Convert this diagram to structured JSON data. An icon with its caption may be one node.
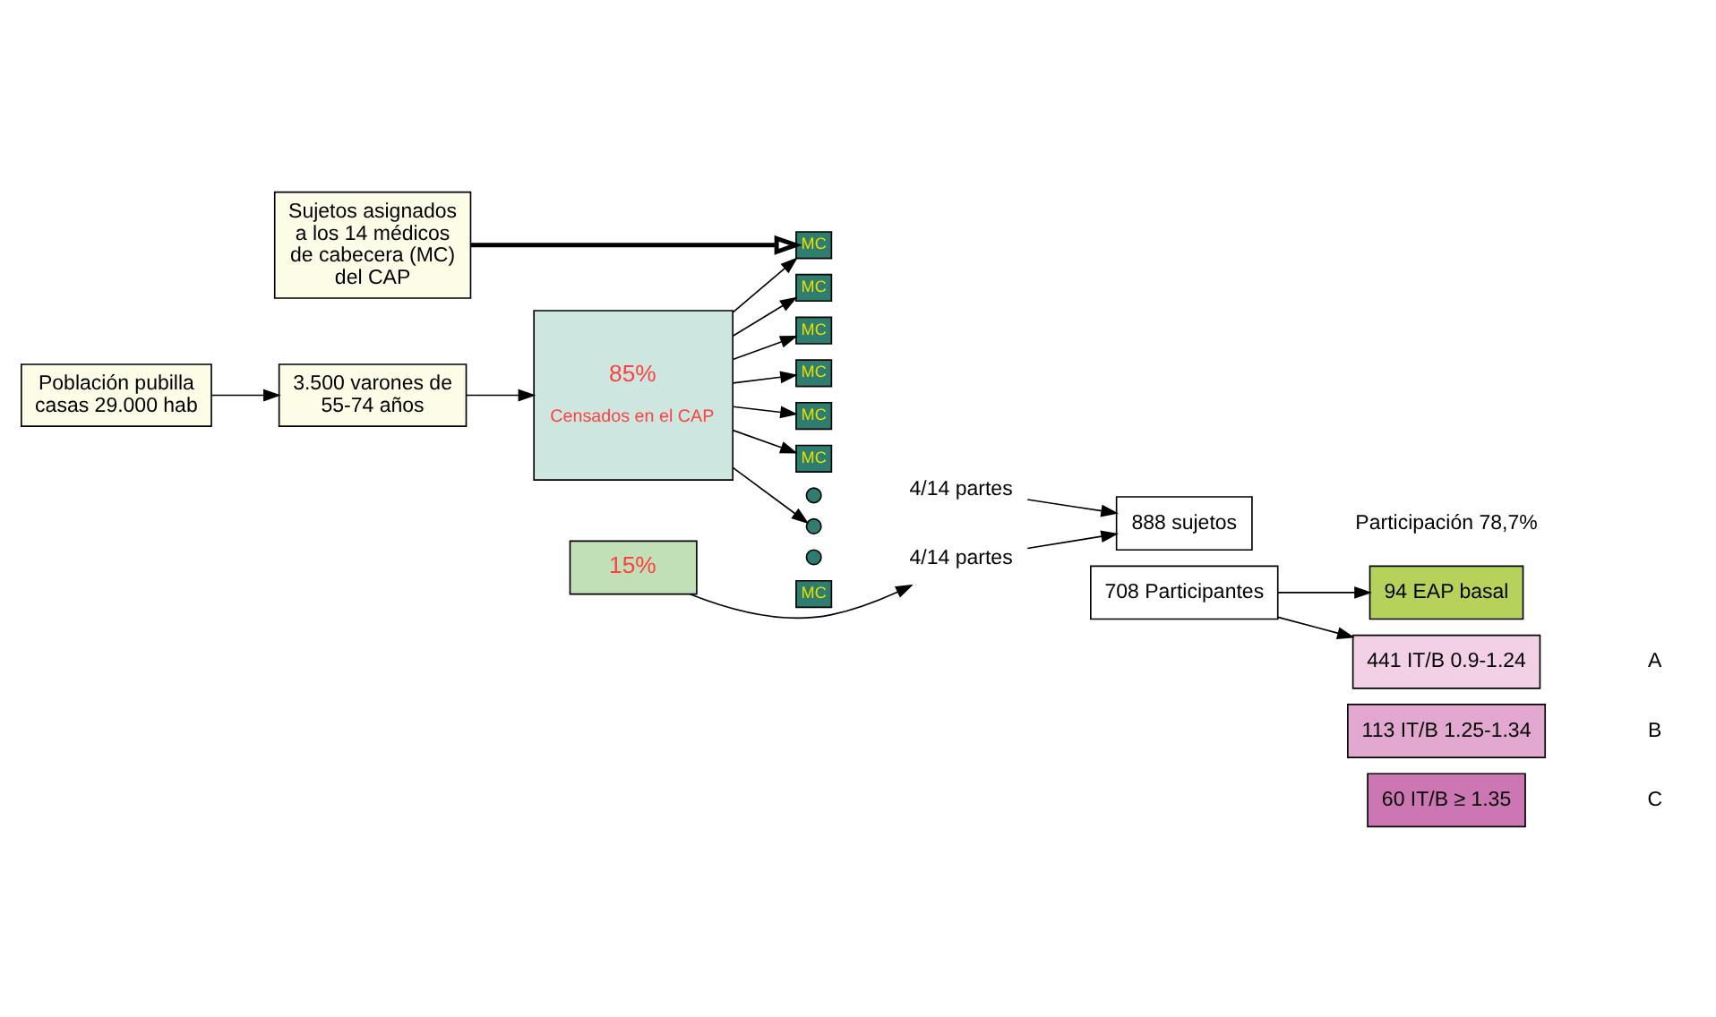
{
  "diagram": {
    "nodes": [
      {
        "text": [
          "Población pubilla casas 29.000 hab"
        ]
      },
      {
        "text": [
          "3.500 varones de 55-74 años"
        ]
      },
      {
        "text": [
          "85%",
          "Censados en el CAP"
        ]
      },
      {
        "text": [
          "15%"
        ]
      },
      {
        "text": [
          "Sujetos asignados a los 14 médicos de cabecera (MC) del CAP"
        ]
      },
      {
        "text": [
          "MC"
        ]
      },
      {
        "text": [
          "MC"
        ]
      },
      {
        "text": [
          "MC"
        ]
      },
      {
        "text": [
          "MC"
        ]
      },
      {
        "text": [
          "MC"
        ]
      },
      {
        "text": [
          "MC"
        ]
      },
      {
        "text": [],
        "shape": "circle"
      },
      {
        "text": [],
        "shape": "circle"
      },
      {
        "text": [],
        "shape": "circle"
      },
      {
        "text": [
          "MC"
        ]
      },
      {
        "text": [
          "4/14 partes"
        ]
      },
      {
        "text": [
          "4/14 partes"
        ]
      },
      {
        "text": [
          "888 sujetos"
        ]
      },
      {
        "text": [
          "708 Participantes"
        ]
      },
      {
        "text": [
          "94 EAP basal"
        ]
      },
      {
        "text": [
          "441 IT/B 0.9-1.24"
        ]
      },
      {
        "text": [
          "113 IT/B 1.25-1.34"
        ]
      },
      {
        "text": [
          "60 IT/B ≥ 1.35"
        ]
      }
    ],
    "edges": [
      {
        "from": 0,
        "to": 1,
        "arrow": "to"
      },
      {
        "from": 1,
        "to": 2,
        "arrow": "to"
      },
      {
        "from": 4,
        "to": 5,
        "arrow": "to",
        "style": "thick"
      },
      {
        "from": 2,
        "to": 5,
        "arrow": "to"
      },
      {
        "from": 2,
        "to": 6,
        "arrow": "to"
      },
      {
        "from": 2,
        "to": 7,
        "arrow": "to"
      },
      {
        "from": 2,
        "to": 8,
        "arrow": "to"
      },
      {
        "from": 2,
        "to": 9,
        "arrow": "to"
      },
      {
        "from": 2,
        "to": 10,
        "arrow": "to"
      },
      {
        "from": 2,
        "to": 12,
        "arrow": "to"
      },
      {
        "from": 3,
        "to": 16,
        "arrow": "to"
      },
      {
        "from": 15,
        "to": 17,
        "arrow": "to"
      },
      {
        "from": 16,
        "to": 17,
        "arrow": "to"
      },
      {
        "from": 18,
        "to": 19,
        "arrow": "to"
      },
      {
        "from": 18,
        "to": 20,
        "arrow": "to"
      }
    ],
    "labels": [
      "Participación 78,7%",
      "A",
      "B",
      "C"
    ]
  }
}
